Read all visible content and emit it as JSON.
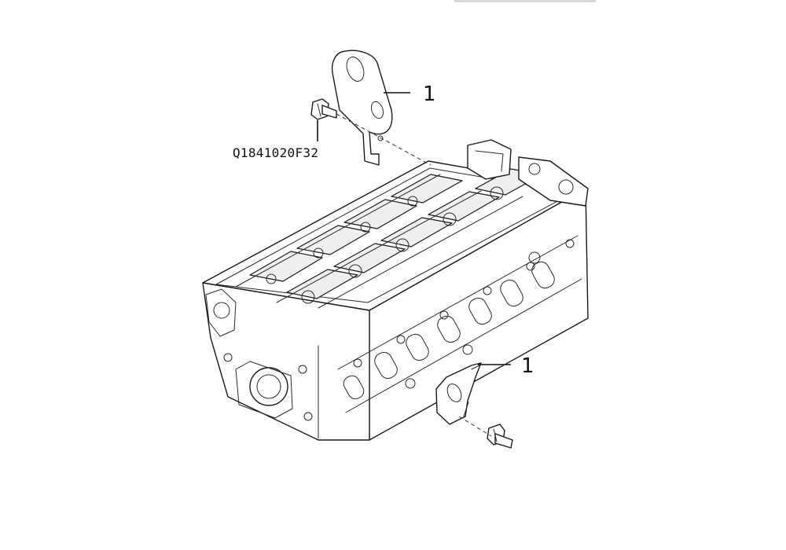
{
  "diagram": {
    "callouts": [
      {
        "label": "1"
      },
      {
        "label": "1"
      }
    ],
    "part_number": "Q1841020F32"
  }
}
